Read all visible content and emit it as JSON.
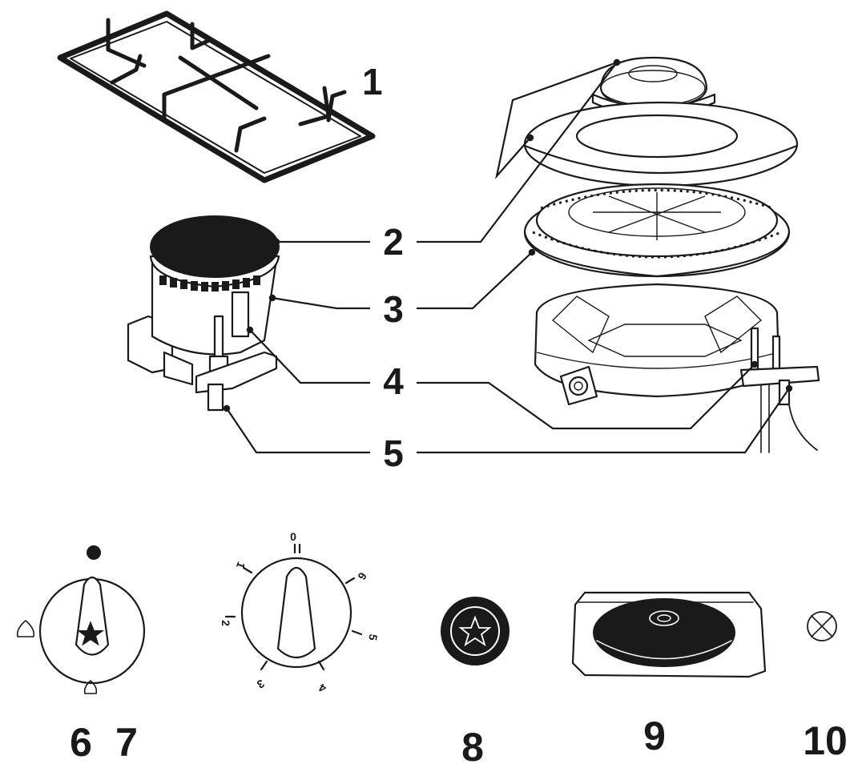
{
  "callouts": [
    "1",
    "2",
    "3",
    "4",
    "5",
    "6",
    "7",
    "8",
    "9",
    "10"
  ],
  "dial_ticks": [
    "0",
    "1",
    "2",
    "3",
    "4",
    "5",
    "6"
  ],
  "colors": {
    "ink": "#1a1a1a",
    "paper": "#ffffff"
  },
  "icons": [
    "grate-icon",
    "gas-burner-icon",
    "flame-outline-icon",
    "star-icon",
    "hotplate-icon",
    "crossed-circle-icon"
  ]
}
